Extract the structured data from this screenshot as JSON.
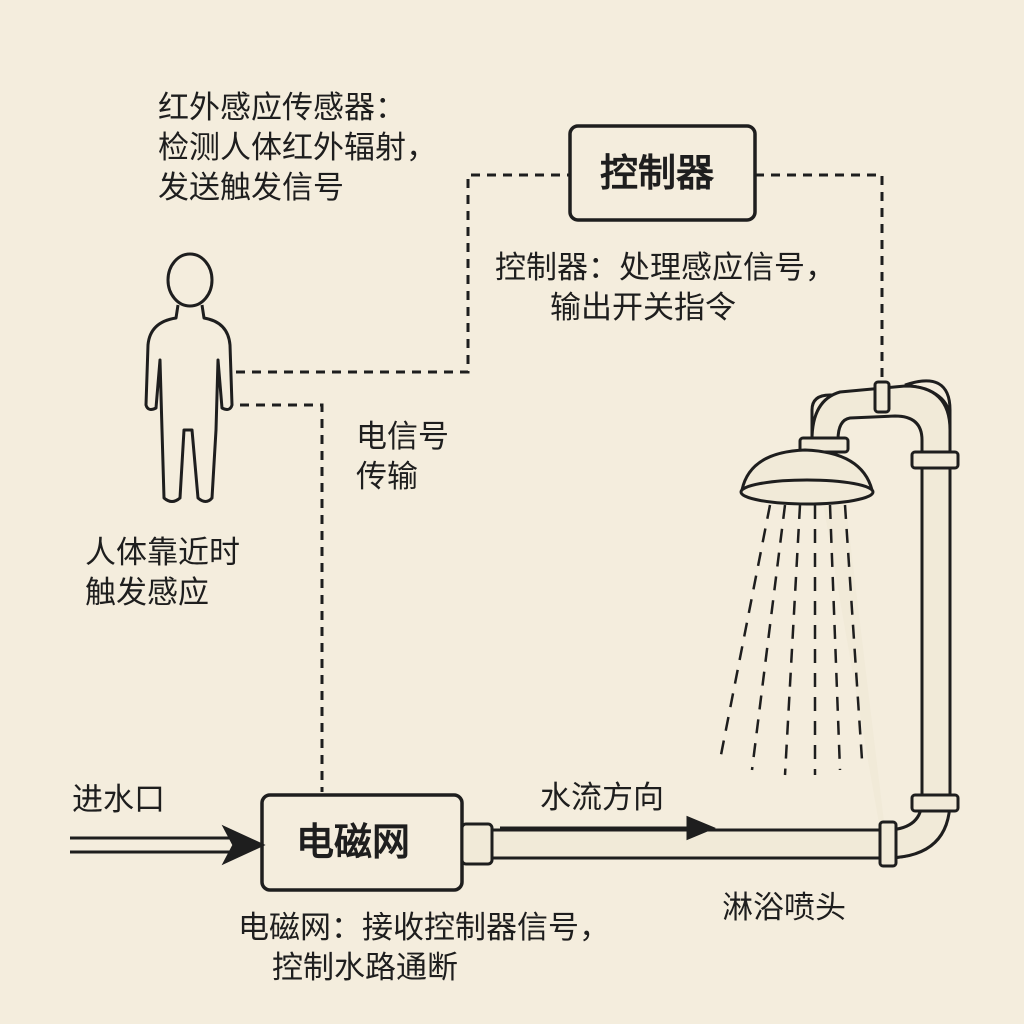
{
  "sensor": {
    "line1": "红外感应传感器：",
    "line2": "检测人体红外辐射，",
    "line3": "发送触发信号"
  },
  "controller": {
    "box_label": "控制器",
    "desc_line1": "控制器：处理感应信号，",
    "desc_line2": "输出开关指令"
  },
  "signal": {
    "line1": "电信号",
    "line2": "传输"
  },
  "person": {
    "line1": "人体靠近时",
    "line2": "触发感应"
  },
  "inlet": {
    "label": "进水口"
  },
  "valve": {
    "box_label": "电磁网",
    "desc_line1": "电磁网：接收控制器信号，",
    "desc_line2": "控制水路通断"
  },
  "flow": {
    "label": "水流方向"
  },
  "shower": {
    "label": "淋浴喷头"
  },
  "colors": {
    "background": "#f4eddd",
    "stroke": "#1e1e1e",
    "pipe_fill": "#f1ead8"
  }
}
